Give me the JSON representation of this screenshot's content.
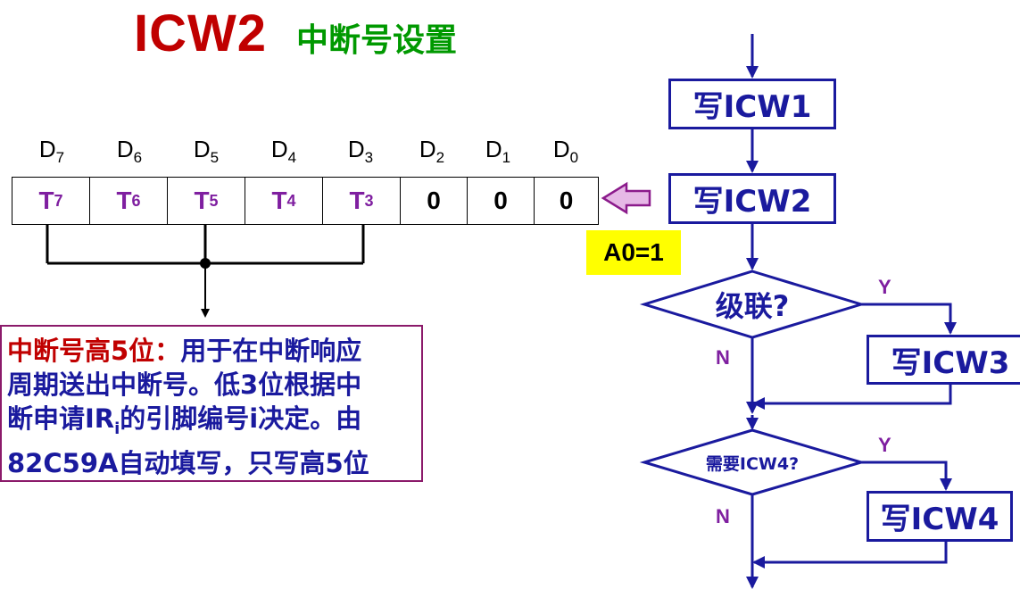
{
  "title": {
    "main": "ICW2",
    "sub": "中断号设置"
  },
  "bits": {
    "headers": [
      {
        "base": "D",
        "sub": "7"
      },
      {
        "base": "D",
        "sub": "6"
      },
      {
        "base": "D",
        "sub": "5"
      },
      {
        "base": "D",
        "sub": "4"
      },
      {
        "base": "D",
        "sub": "3"
      },
      {
        "base": "D",
        "sub": "2"
      },
      {
        "base": "D",
        "sub": "1"
      },
      {
        "base": "D",
        "sub": "0"
      }
    ],
    "cells": [
      {
        "base": "T",
        "sub": "7"
      },
      {
        "base": "T",
        "sub": "6"
      },
      {
        "base": "T",
        "sub": "5"
      },
      {
        "base": "T",
        "sub": "4"
      },
      {
        "base": "T",
        "sub": "3"
      },
      {
        "base": "0",
        "sub": ""
      },
      {
        "base": "0",
        "sub": ""
      },
      {
        "base": "0",
        "sub": ""
      }
    ]
  },
  "a0_label": "A0=1",
  "note": {
    "highlight": "中断号高5位：",
    "line1_rest": "用于在中断响应",
    "line2": "周期送出中断号。低3位根据中",
    "line3_pre": "断申请IR",
    "line3_sub": "i",
    "line3_post": "的引脚编号i决定。由",
    "line4": "82C59A自动填写，只写高5位"
  },
  "flowchart": {
    "box_icw1": "写ICW1",
    "box_icw2": "写ICW2",
    "decision_cascade": "级联?",
    "box_icw3": "写ICW3",
    "decision_icw4": "需要ICW4?",
    "box_icw4": "写ICW4",
    "yes": "Y",
    "no": "N"
  },
  "colors": {
    "title_red": "#c00000",
    "title_green": "#009900",
    "bit_purple": "#7f1fa0",
    "flow_blue": "#1a1a9e",
    "badge_yellow": "#ffff00"
  }
}
